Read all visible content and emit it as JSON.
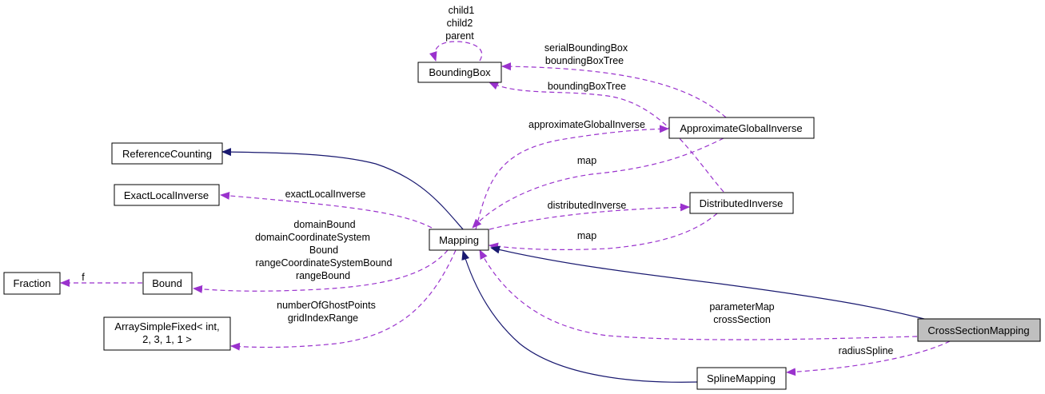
{
  "nodes": {
    "bounding_box": "BoundingBox",
    "reference_counting": "ReferenceCounting",
    "exact_local_inverse": "ExactLocalInverse",
    "fraction": "Fraction",
    "bound": "Bound",
    "array_simple_fixed_line1": "ArraySimpleFixed< int,",
    "array_simple_fixed_line2": "2, 3, 1, 1 >",
    "mapping": "Mapping",
    "approximate_global_inverse": "ApproximateGlobalInverse",
    "distributed_inverse": "DistributedInverse",
    "cross_section_mapping": "CrossSectionMapping",
    "spline_mapping": "SplineMapping"
  },
  "labels": {
    "bbox_self": [
      "child1",
      "child2",
      "parent"
    ],
    "serial_bounding_box": [
      "serialBoundingBox",
      "boundingBoxTree"
    ],
    "bounding_box_tree": "boundingBoxTree",
    "approximate_global_inverse": "approximateGlobalInverse",
    "map_agi": "map",
    "exact_local_inverse": "exactLocalInverse",
    "distributed_inverse": "distributedInverse",
    "map_di": "map",
    "bound_members": [
      "domainBound",
      "domainCoordinateSystem",
      "Bound",
      "rangeCoordinateSystemBound",
      "rangeBound"
    ],
    "f": "f",
    "array_members": [
      "numberOfGhostPoints",
      "gridIndexRange"
    ],
    "cross_section_members": [
      "parameterMap",
      "crossSection"
    ],
    "radius_spline": "radiusSpline"
  },
  "colors": {
    "inheritance": "#191970",
    "usage": "#9a32cd",
    "highlight_fill": "#bfbfbf"
  }
}
